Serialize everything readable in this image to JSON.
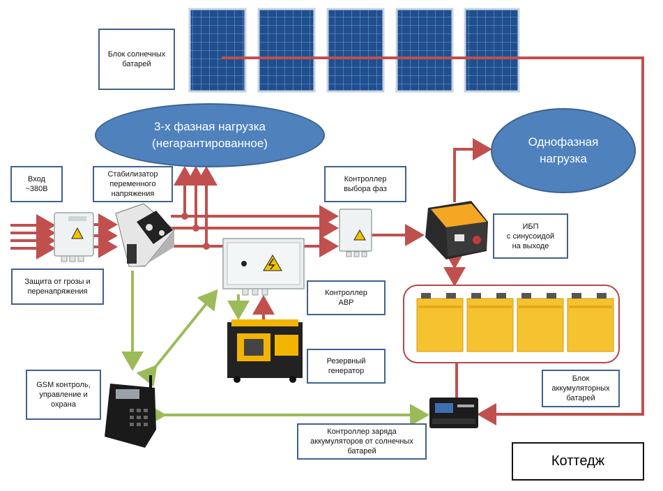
{
  "labels": {
    "solar_block": "Блок солнечных\nбатарей",
    "three_phase_load": "3-х фазная нагрузка\n(негарантированное)",
    "single_phase_load": "Однофазная\nнагрузка",
    "input": "Вход\n~380В",
    "stabilizer": "Стабилизатор\nпеременного\nнапряжения",
    "phase_controller": "Контроллер\nвыбора фаз",
    "ups": "ИБП\nс синусоидой\nна выходе",
    "protection": "Защита от грозы и\nперенапряжения",
    "avr_controller": "Контроллер\nАВР",
    "reserve_generator": "Резервный\nгенератор",
    "gsm": "GSM контроль,\nуправление и\nохрана",
    "battery_block": "Блок\nаккумуляторных\nбатарей",
    "charge_controller": "Контроллер  заряда\nаккумуляторов от солнечных\nбатарей",
    "cottage": "Коттедж"
  },
  "colors": {
    "power_line": "#c0504d",
    "control_line": "#9bbb59",
    "label_border": "#41618c",
    "ellipse_fill": "#4f81bd",
    "panel_blue": "#1e4d8c",
    "battery_yellow": "#f5c230",
    "battery_group_border": "#b5474a"
  }
}
